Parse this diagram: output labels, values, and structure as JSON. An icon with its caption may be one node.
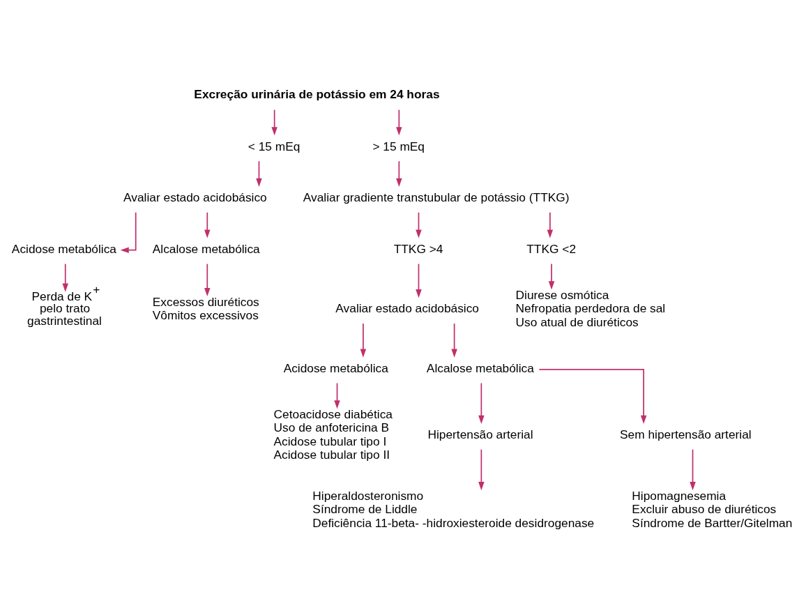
{
  "diagram": {
    "nodes": [
      {
        "text": [
          "Excreção urinária de potássio em 24 horas"
        ]
      },
      {
        "text": [
          "< 15 mEq"
        ]
      },
      {
        "text": [
          "> 15 mEq"
        ]
      },
      {
        "text": [
          "Avaliar estado acidobásico"
        ]
      },
      {
        "text": [
          "Avaliar gradiente transtubular de potássio (TTKG)"
        ]
      },
      {
        "text": [
          "Acidose metabólica"
        ]
      },
      {
        "text": [
          "Alcalose metabólica"
        ]
      },
      {
        "text": [
          "TTKG >4"
        ]
      },
      {
        "text": [
          "TTKG <2"
        ]
      },
      {
        "text": [
          "Perda de K$^{+}$ pelo trato gastrintestinal"
        ]
      },
      {
        "text": [
          "Excessos diuréticos",
          "Vômitos excessivos"
        ]
      },
      {
        "text": [
          "Diurese osmótica",
          "Nefropatia perdedora de sal",
          "Uso atual de diuréticos"
        ]
      },
      {
        "text": [
          "Avaliar estado acidobásico"
        ]
      },
      {
        "text": [
          "Acidose metabólica"
        ]
      },
      {
        "text": [
          "Alcalose metabólica"
        ]
      },
      {
        "text": [
          "Cetoacidose diabética",
          "Uso de anfotericina B",
          "Acidose tubular tipo I",
          "Acidose tubular tipo II"
        ]
      },
      {
        "text": [
          "Hipertensão arterial"
        ]
      },
      {
        "text": [
          "Sem hipertensão arterial"
        ]
      },
      {
        "text": [
          "Hiperaldosteronismo",
          "Síndrome de Liddle",
          "Deficiência 11-beta- -hidroxiesteroide desidrogenase"
        ]
      },
      {
        "text": [
          "Hipomagnesemia",
          "Excluir abuso de diuréticos",
          "Síndrome de Bartter/Gitelman"
        ]
      }
    ],
    "edges": [
      {
        "from": 0,
        "to": 1,
        "arrow": "to"
      },
      {
        "from": 0,
        "to": 2,
        "arrow": "to"
      },
      {
        "from": 1,
        "to": 3,
        "arrow": "to"
      },
      {
        "from": 2,
        "to": 4,
        "arrow": "to"
      },
      {
        "from": 3,
        "to": 5,
        "arrow": "to"
      },
      {
        "from": 3,
        "to": 6,
        "arrow": "to"
      },
      {
        "from": 4,
        "to": 7,
        "arrow": "to"
      },
      {
        "from": 4,
        "to": 8,
        "arrow": "to"
      },
      {
        "from": 5,
        "to": 9,
        "arrow": "to"
      },
      {
        "from": 6,
        "to": 10,
        "arrow": "to"
      },
      {
        "from": 8,
        "to": 11,
        "arrow": "to"
      },
      {
        "from": 7,
        "to": 12,
        "arrow": "to"
      },
      {
        "from": 12,
        "to": 13,
        "arrow": "to"
      },
      {
        "from": 12,
        "to": 14,
        "arrow": "to"
      },
      {
        "from": 13,
        "to": 15,
        "arrow": "to"
      },
      {
        "from": 14,
        "to": 16,
        "arrow": "to"
      },
      {
        "from": 14,
        "to": 17,
        "arrow": "to"
      },
      {
        "from": 16,
        "to": 18,
        "arrow": "to"
      },
      {
        "from": 17,
        "to": 19,
        "arrow": "to"
      }
    ]
  }
}
